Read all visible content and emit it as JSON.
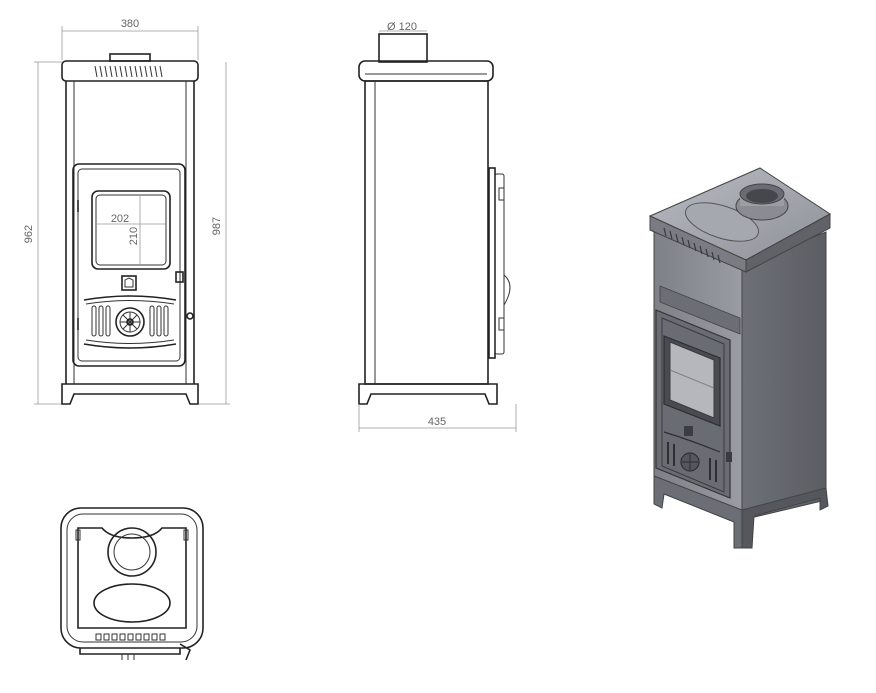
{
  "dimensions": {
    "front_width": "380",
    "front_height_left": "962",
    "front_height_right": "987",
    "glass_width": "202",
    "glass_height": "210",
    "flue_diameter": "120",
    "side_depth": "435"
  },
  "colors": {
    "line": "#222222",
    "dimension": "#999999",
    "dimension_text": "#666666",
    "stove_body": "#8c8e96",
    "stove_dark": "#55575d"
  }
}
